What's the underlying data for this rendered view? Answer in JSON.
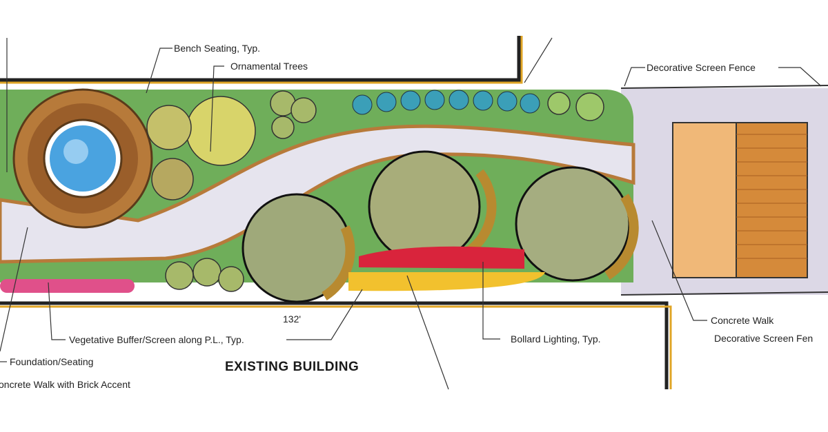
{
  "plan": {
    "labels": {
      "bench_seating": "Bench Seating, Typ.",
      "ornamental_trees": "Ornamental Trees",
      "decorative_screen_fence_top": "Decorative Screen Fence",
      "dimension": "132'",
      "vegetative_buffer": "Vegetative Buffer/Screen along P.L., Typ.",
      "foundation_seating": "Foundation/Seating",
      "concrete_walk_brick": "oncrete Walk with Brick Accent",
      "existing_building": "EXISTING BUILDING",
      "bollard_lighting": "Bollard Lighting, Typ.",
      "concrete_walk": "Concrete Walk",
      "decorative_screen_fence_bottom": "Decorative Screen Fen"
    },
    "colors": {
      "building_outline": "#e0a526",
      "lawn": "#6fae5a",
      "walk": "#e6e4ee",
      "brick": "#b77a3a",
      "water": "#4aa3e0",
      "red_planting": "#d9243c",
      "yellow_planting": "#f2c12e",
      "pink_planting": "#e0508a",
      "deck": "#f0b878"
    }
  }
}
